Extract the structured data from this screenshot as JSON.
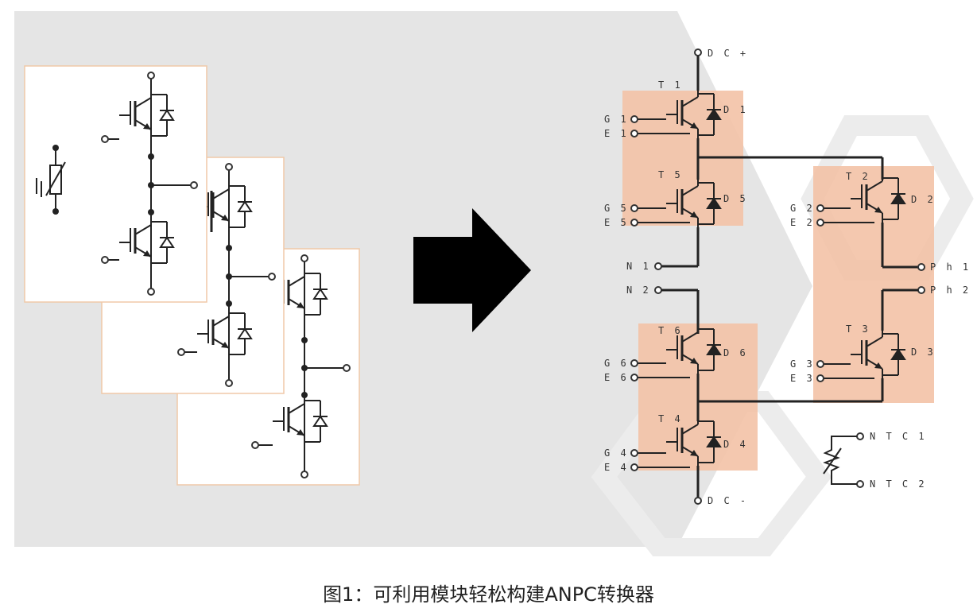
{
  "caption": "图1：可利用模块轻松构建ANPC转换器",
  "colors": {
    "background_panel": "#e5e5e5",
    "highlight": "#f3c2a6",
    "card_border": "#f0c9a8",
    "wire": "#222222"
  },
  "labels": {
    "dc_plus": "D C +",
    "dc_minus": "D C -",
    "t1": "T 1",
    "t2": "T 2",
    "t3": "T 3",
    "t4": "T 4",
    "t5": "T 5",
    "t6": "T 6",
    "d1": "D 1",
    "d2": "D 2",
    "d3": "D 3",
    "d4": "D 4",
    "d5": "D 5",
    "d6": "D 6",
    "g1": "G 1",
    "e1": "E 1",
    "g5": "G 5",
    "e5": "E 5",
    "g6": "G 6",
    "e6": "E 6",
    "g4": "G 4",
    "e4": "E 4",
    "g2": "G 2",
    "e2": "E 2",
    "g3": "G 3",
    "e3": "E 3",
    "n1": "N 1",
    "n2": "N 2",
    "ph1": "P h 1",
    "ph2": "P h 2",
    "ntc1": "N T C 1",
    "ntc2": "N T C 2"
  },
  "icons": [
    "arrow-right-icon",
    "igbt-symbol",
    "diode-symbol",
    "thermistor-symbol"
  ]
}
